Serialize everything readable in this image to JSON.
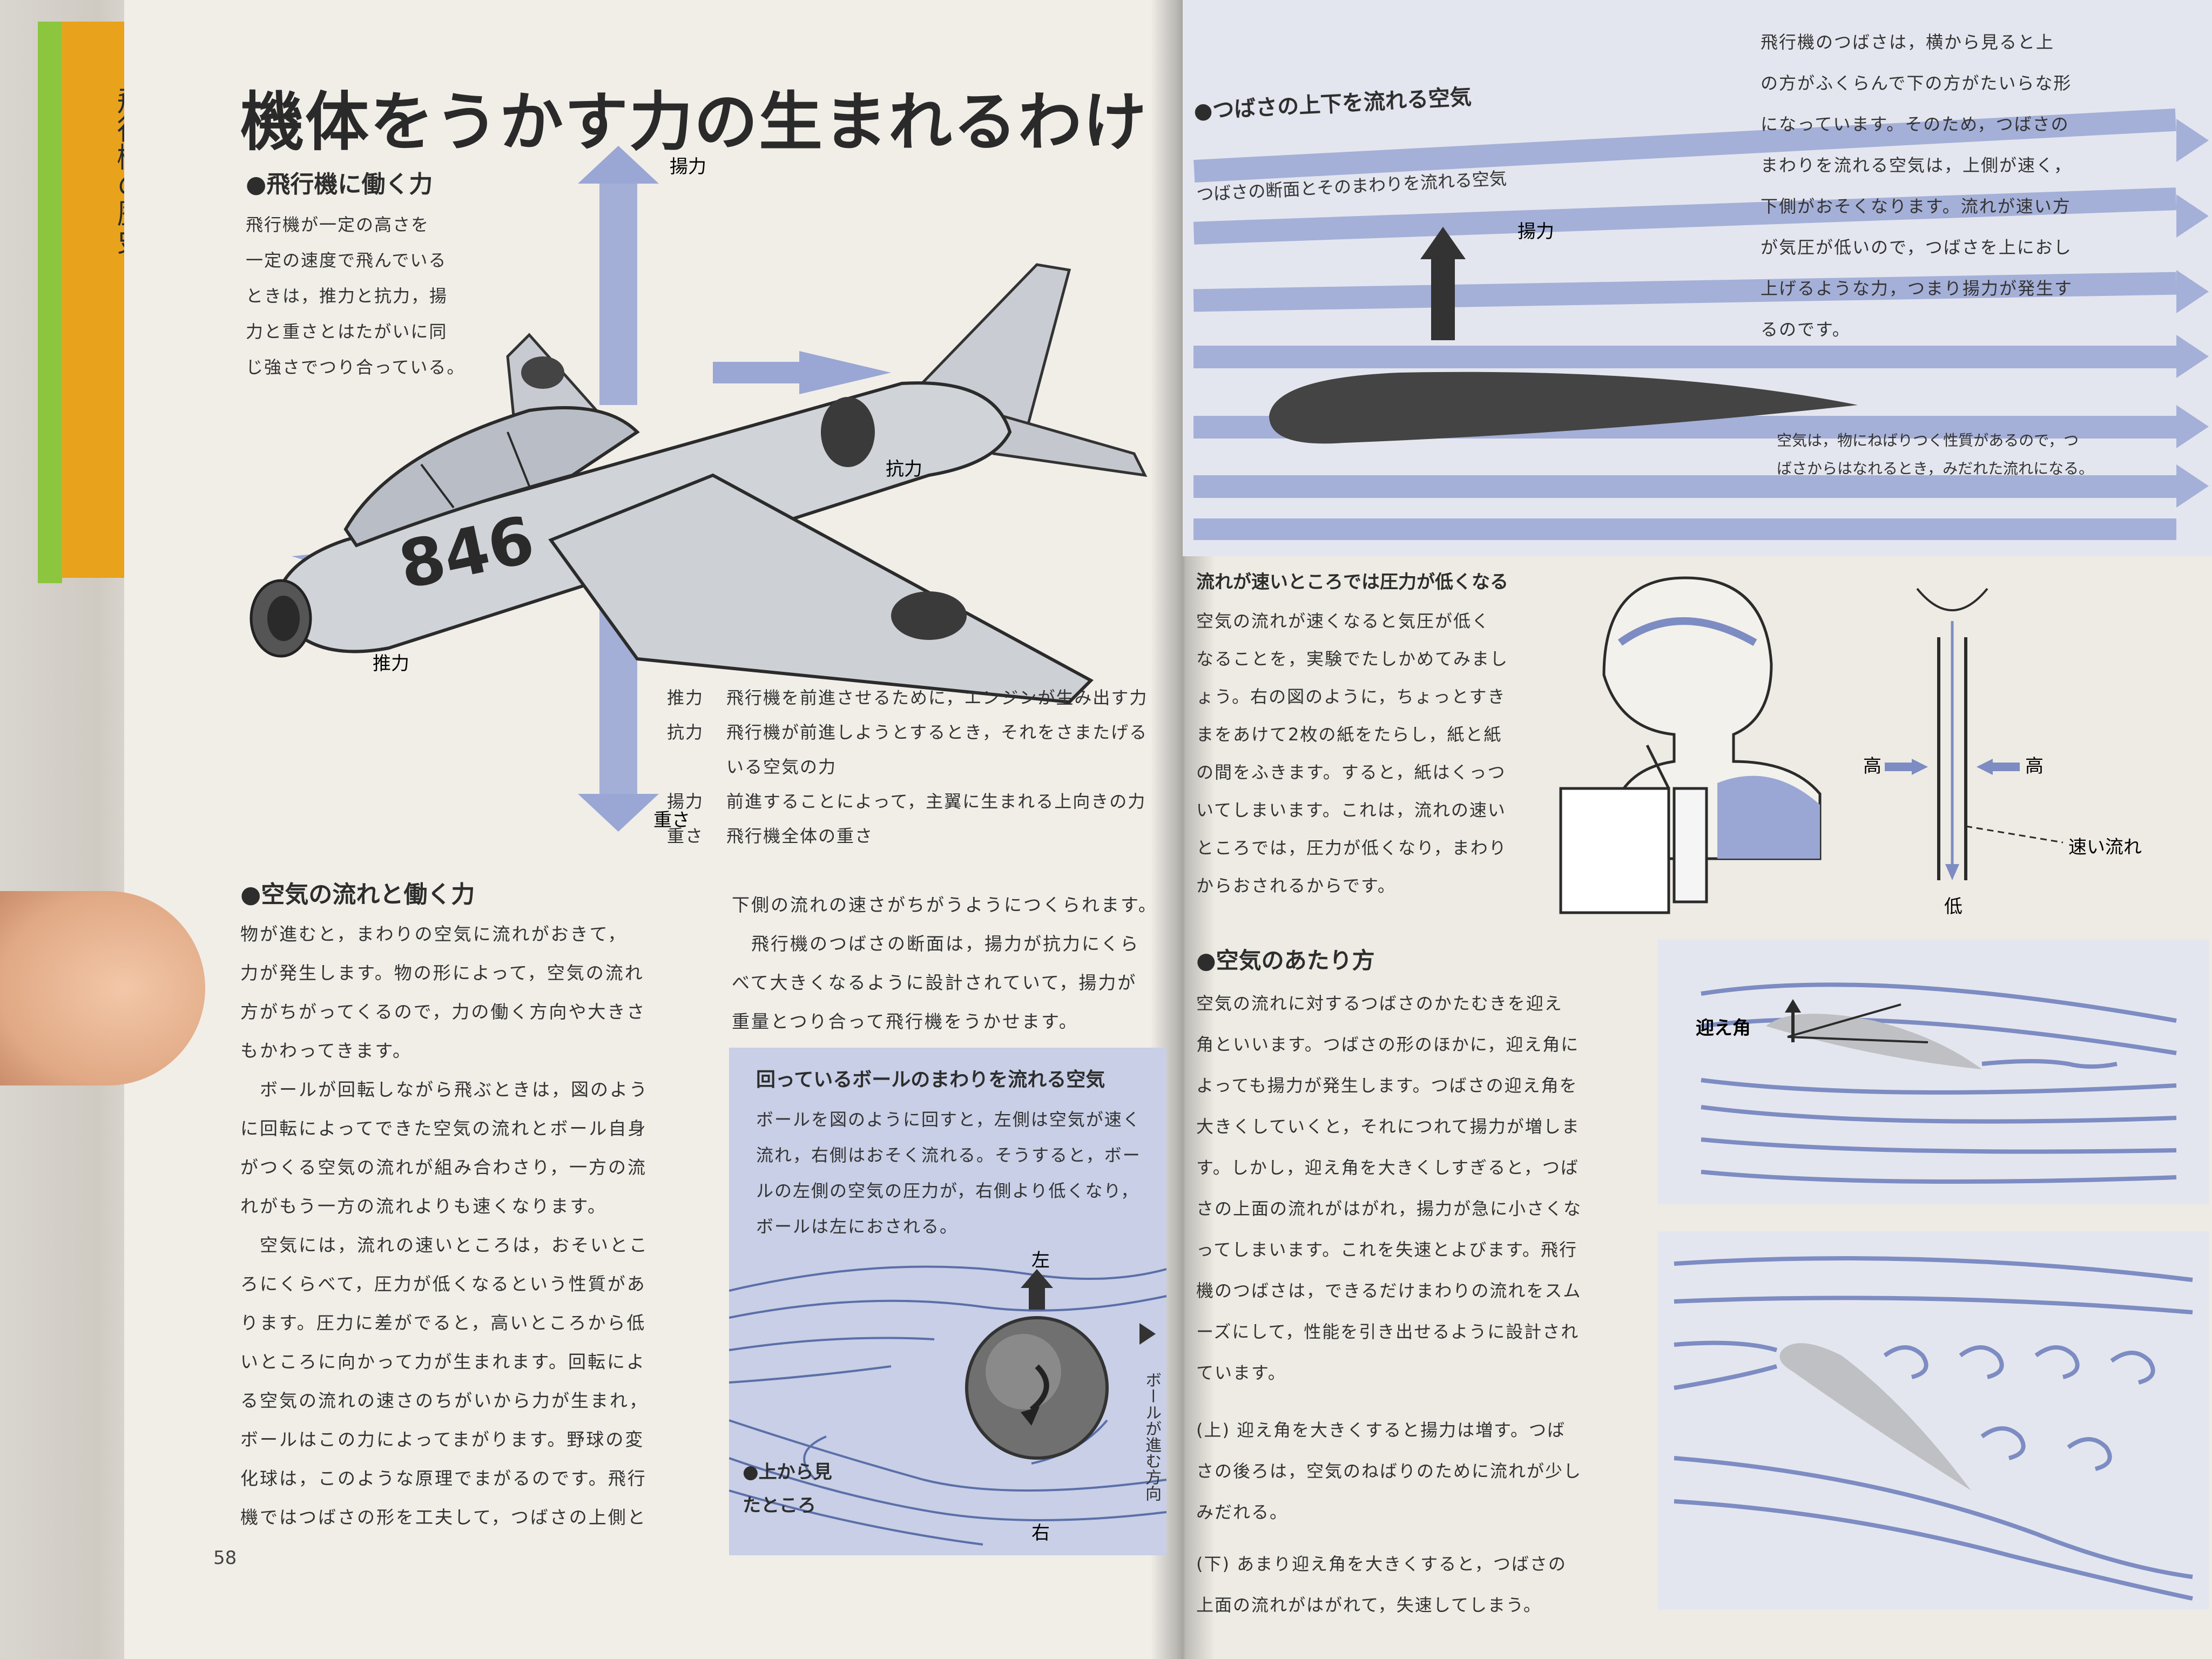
{
  "spine": {
    "title": "飛行機の歴史"
  },
  "left": {
    "title": "機体をうかす力の生まれるわけ",
    "forces": {
      "heading": "●飛行機に働く力",
      "lines": [
        "飛行機が一定の高さを",
        "一定の速度で飛んでいる",
        "ときは，推力と抗力，揚",
        "力と重さとはたがいに同",
        "じ強さでつり合っている。"
      ]
    },
    "plane": {
      "number": "846",
      "label_lift": "揚力",
      "label_drag": "抗力",
      "label_thrust": "推力",
      "label_weight": "重さ"
    },
    "legend": [
      {
        "term": "推力",
        "desc": "飛行機を前進させるために，エンジンが生み出す力"
      },
      {
        "term": "抗力",
        "desc": "飛行機が前進しようとするとき，それをさまたげる"
      },
      {
        "term": "",
        "desc": "いる空気の力"
      },
      {
        "term": "揚力",
        "desc": "前進することによって，主翼に生まれる上向きの力"
      },
      {
        "term": "重さ",
        "desc": "飛行機全体の重さ"
      }
    ],
    "airflow": {
      "heading": "●空気の流れと働く力",
      "col1": [
        "物が進むと，まわりの空気に流れがおきて，",
        "力が発生します。物の形によって，空気の流れ",
        "方がちがってくるので，力の働く方向や大きさ",
        "もかわってきます。",
        "　ボールが回転しながら飛ぶときは，図のよう",
        "に回転によってできた空気の流れとボール自身",
        "がつくる空気の流れが組み合わさり，一方の流",
        "れがもう一方の流れよりも速くなります。",
        "　空気には，流れの速いところは，おそいとこ",
        "ろにくらべて，圧力が低くなるという性質があ",
        "ります。圧力に差がでると，高いところから低",
        "いところに向かって力が生まれます。回転によ",
        "る空気の流れの速さのちがいから力が生まれ，",
        "ボールはこの力によってまがります。野球の変",
        "化球は，このような原理でまがるのです。飛行",
        "機ではつばさの形を工夫して，つばさの上側と"
      ],
      "col2": [
        "下側の流れの速さがちがうようにつくられます。",
        "　飛行機のつばさの断面は，揚力が抗力にくら",
        "べて大きくなるように設計されていて，揚力が",
        "重量とつり合って飛行機をうかせます。"
      ]
    },
    "ball_box": {
      "heading": "回っているボールのまわりを流れる空気",
      "lines": [
        "ボールを図のように回すと，左側は空気が速く",
        "流れ，右側はおそく流れる。そうすると，ボー",
        "ルの左側の空気の圧力が，右側より低くなり，",
        "ボールは左におされる。"
      ],
      "label_left": "左",
      "label_right": "右",
      "label_direction": "ボールが進む方向",
      "caption": "●上から見たところ"
    },
    "page_number": "58"
  },
  "right": {
    "wing_box": {
      "heading": "●つばさの上下を流れる空気",
      "subheading": "つばさの断面とそのまわりを流れる空気",
      "label_lift": "揚力",
      "intro": [
        "飛行機のつばさは，横から見ると上",
        "の方がふくらんで下の方がたいらな形",
        "になっています。そのため，つばさの",
        "まわりを流れる空気は，上側が速く，",
        "下側がおそくなります。流れが速い方",
        "が気圧が低いので，つばさを上におし",
        "上げるような力，つまり揚力が発生す",
        "るのです。"
      ],
      "note": [
        "空気は，物にねばりつく性質があるので，つ",
        "ばさからはなれるとき，みだれた流れになる。"
      ]
    },
    "pressure": {
      "heading": "流れが速いところでは圧力が低くなる",
      "lines": [
        "空気の流れが速くなると気圧が低く",
        "なることを，実験でたしかめてみまし",
        "ょう。右の図のように，ちょっとすき",
        "まをあけて2枚の紙をたらし，紙と紙",
        "の間をふきます。すると，紙はくっつ",
        "いてしまいます。これは，流れの速い",
        "ところでは，圧力が低くなり，まわり",
        "からおされるからです。"
      ],
      "label_high_left": "高",
      "label_high_right": "高",
      "label_low": "低",
      "label_fast": "速い流れ"
    },
    "angle": {
      "heading": "●空気のあたり方",
      "lines": [
        "空気の流れに対するつばさのかたむきを迎え",
        "角といいます。つばさの形のほかに，迎え角に",
        "よっても揚力が発生します。つばさの迎え角を",
        "大きくしていくと，それにつれて揚力が増しま",
        "す。しかし，迎え角を大きくしすぎると，つば",
        "さの上面の流れがはがれ，揚力が急に小さくな",
        "ってしまいます。これを失速とよびます。飛行",
        "機のつばさは，できるだけまわりの流れをスム",
        "ーズにして，性能を引き出せるように設計され",
        "ています。"
      ],
      "upper_caption": [
        "(上) 迎え角を大きくすると揚力は増す。つば",
        "さの後ろは，空気のねばりのために流れが少し",
        "みだれる。"
      ],
      "lower_caption": [
        "(下) あまり迎え角を大きくすると，つばさの",
        "上面の流れがはがれて，失速してしまう。"
      ],
      "label_angle": "迎え角"
    }
  }
}
